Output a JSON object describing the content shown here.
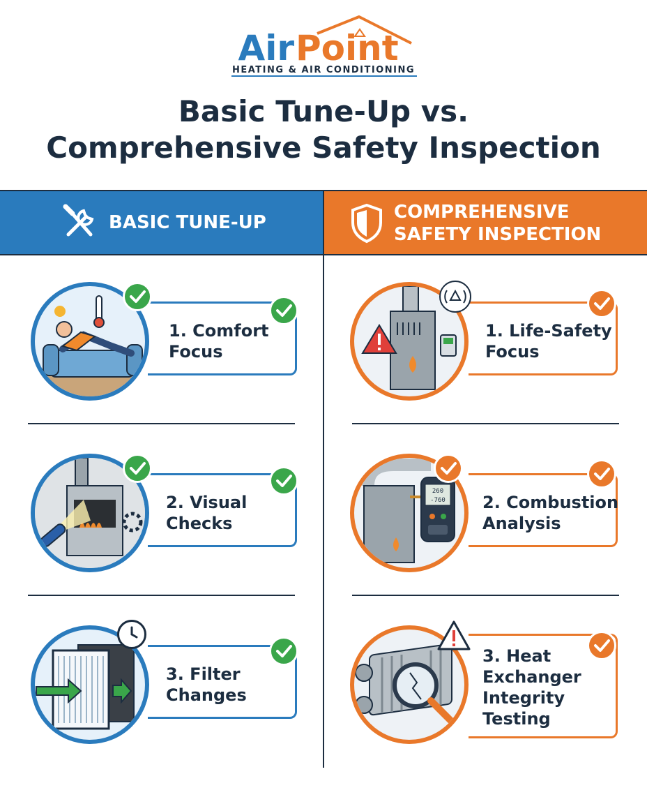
{
  "brand": {
    "name_part1": "Air",
    "name_part2": "Point",
    "tagline": "HEATING & AIR CONDITIONING",
    "colors": {
      "blue": "#2a7bbd",
      "orange": "#e9782a",
      "navy": "#1c2d40",
      "green": "#3aa64a"
    }
  },
  "title": {
    "line1": "Basic Tune-Up vs.",
    "line2": "Comprehensive Safety Inspection"
  },
  "columns": [
    {
      "header_lines": [
        "BASIC TUNE-UP"
      ],
      "icon": "wrench-screwdriver-icon"
    },
    {
      "header_lines": [
        "COMPREHENSIVE",
        "SAFETY INSPECTION"
      ],
      "icon": "shield-icon"
    }
  ],
  "basic_items": [
    {
      "lines": [
        "1. Comfort",
        "Focus"
      ],
      "icon": "person-on-sofa-icon"
    },
    {
      "lines": [
        "2. Visual",
        "Checks"
      ],
      "icon": "flashlight-furnace-icon"
    },
    {
      "lines": [
        "3. Filter",
        "Changes"
      ],
      "icon": "air-filter-icon"
    }
  ],
  "safety_items": [
    {
      "lines": [
        "1. Life-Safety",
        "Focus"
      ],
      "icon": "furnace-warning-icon"
    },
    {
      "lines": [
        "2. Combustion",
        "Analysis"
      ],
      "icon": "combustion-analyzer-icon"
    },
    {
      "lines": [
        "3. Heat",
        "Exchanger",
        "Integrity",
        "Testing"
      ],
      "icon": "heat-exchanger-magnifier-icon"
    }
  ],
  "analyzer_readout": {
    "line1": "260",
    "line2": "-760"
  }
}
